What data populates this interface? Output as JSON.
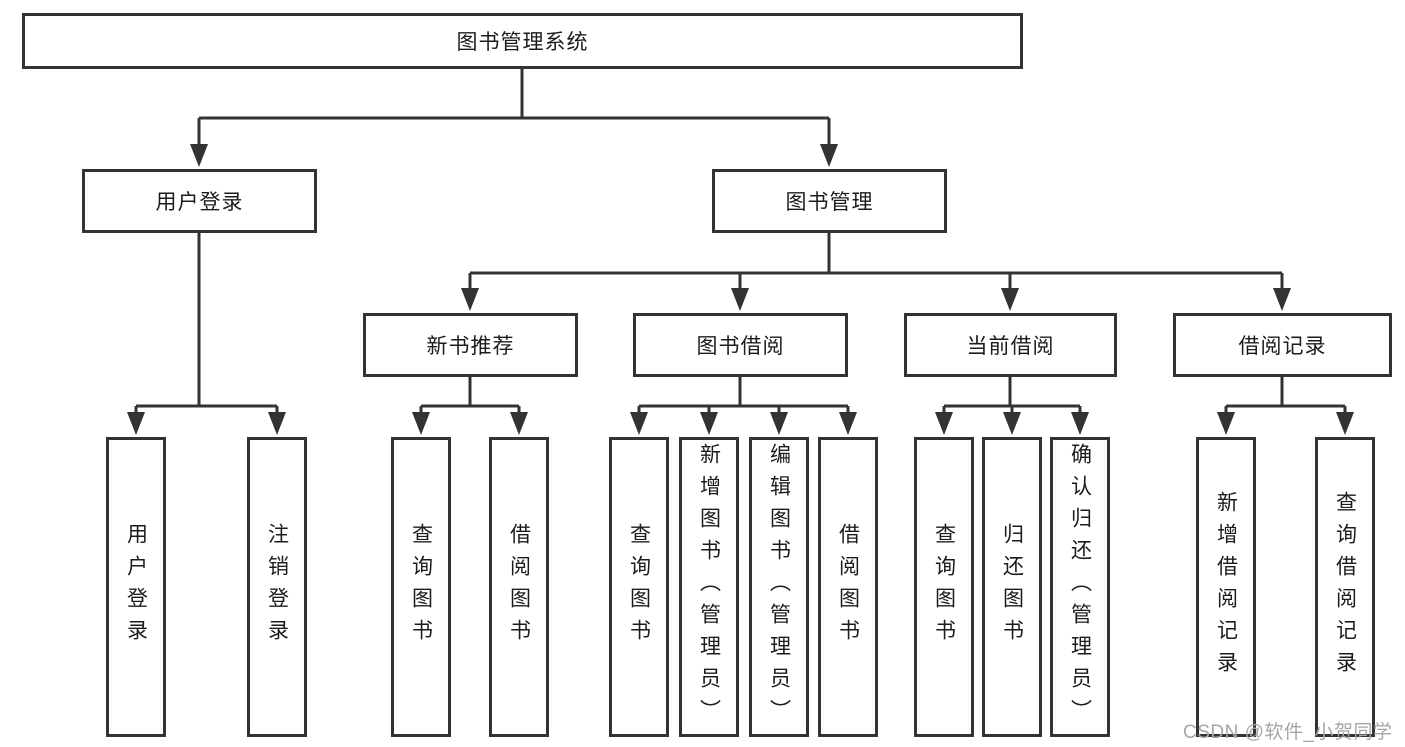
{
  "tree": {
    "root": "图书管理系统",
    "level1": [
      "用户登录",
      "图书管理"
    ],
    "level2": [
      "新书推荐",
      "图书借阅",
      "当前借阅",
      "借阅记录"
    ],
    "leaves": {
      "user_login": [
        "用户登录",
        "注销登录"
      ],
      "new_book_recommend": [
        "查询图书",
        "借阅图书"
      ],
      "book_borrow": [
        "查询图书",
        "新增图书（管理员）",
        "编辑图书（管理员）",
        "借阅图书"
      ],
      "current_borrow": [
        "查询图书",
        "归还图书",
        "确认归还（管理员）"
      ],
      "borrow_record": [
        "新增借阅记录",
        "查询借阅记录"
      ]
    }
  },
  "watermark": "CSDN @软件_小贺同学",
  "colors": {
    "line": "#333333",
    "text": "#1c1c1c",
    "background": "#ffffff",
    "watermark": "#a6a6a6"
  }
}
